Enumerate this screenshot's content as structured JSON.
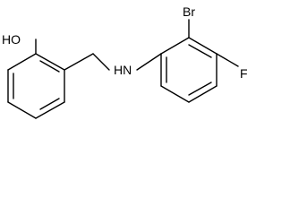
{
  "molecule": {
    "atoms": {
      "hydroxyl": "HO",
      "amine": "HN",
      "bromine": "Br",
      "fluorine": "F"
    }
  }
}
